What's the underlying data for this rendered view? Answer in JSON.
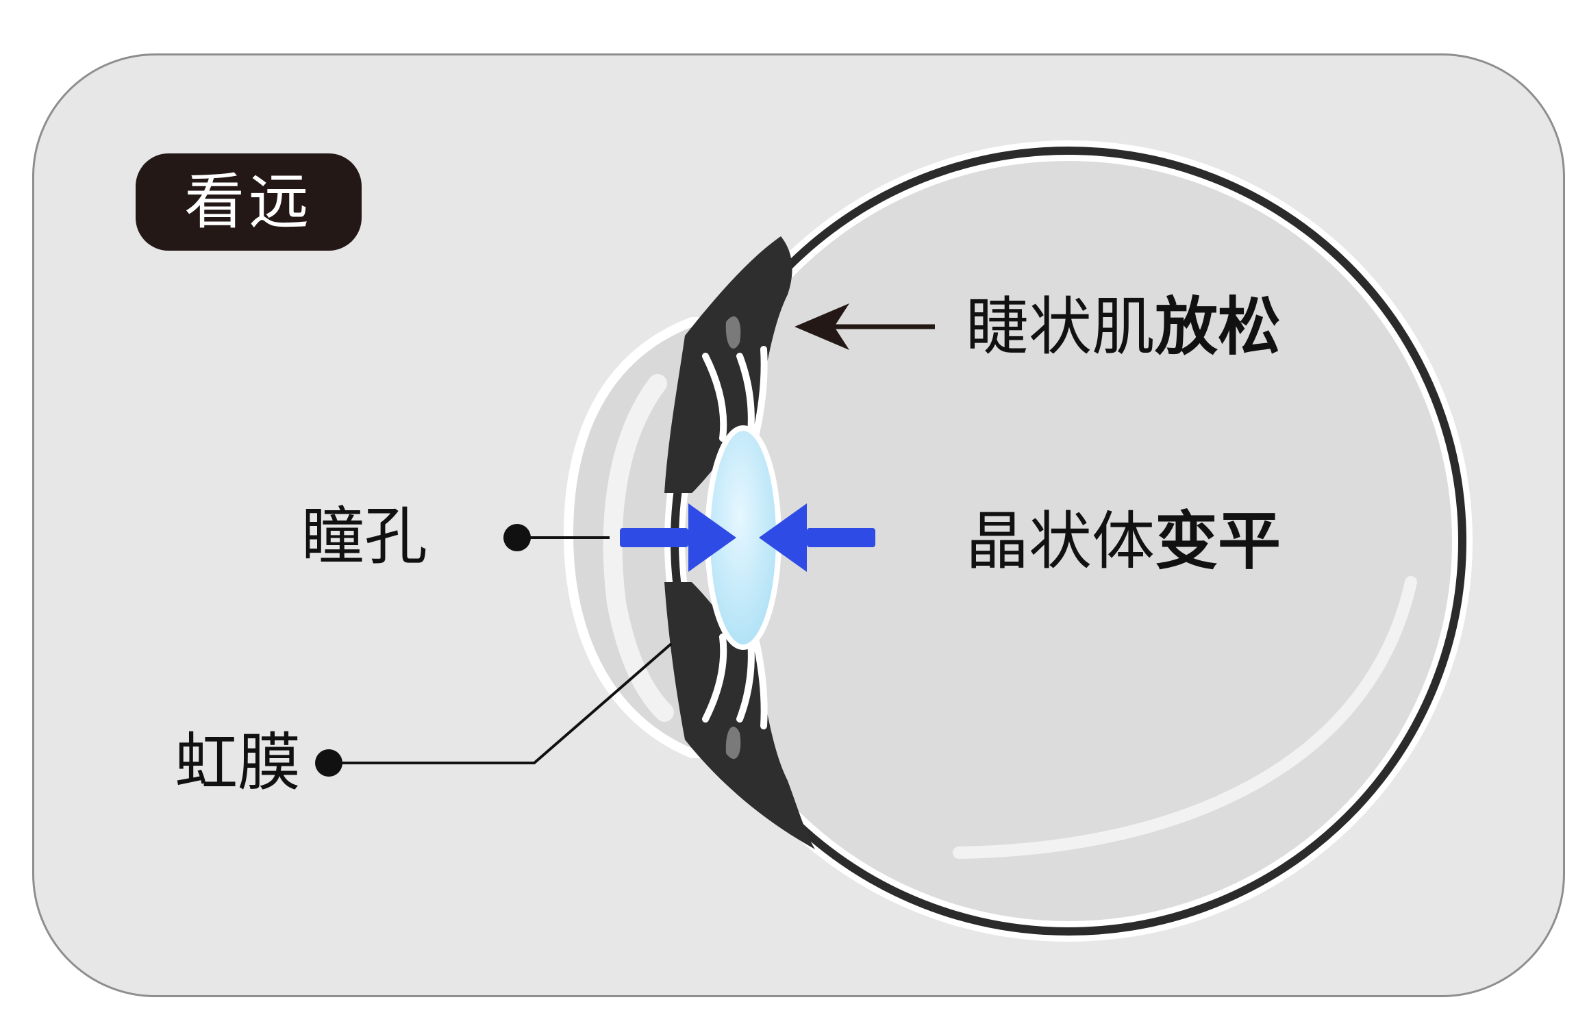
{
  "badge": {
    "text": "看远"
  },
  "labels": {
    "ciliary": {
      "normal": "睫状肌",
      "bold": "放松"
    },
    "lens": {
      "normal": "晶状体",
      "bold": "变平"
    },
    "pupil": "瞳孔",
    "iris": "虹膜"
  },
  "colors": {
    "card_bg": "#e7e7e7",
    "badge_bg": "#231815",
    "eyeball_fill": "#dcdcdc",
    "eyeball_outline": "#2b2b2b",
    "muscle": "#2e2e2e",
    "lens_fill": "#bfe6f7",
    "arrow_blue": "#2f4be6",
    "leader": "#111111"
  }
}
